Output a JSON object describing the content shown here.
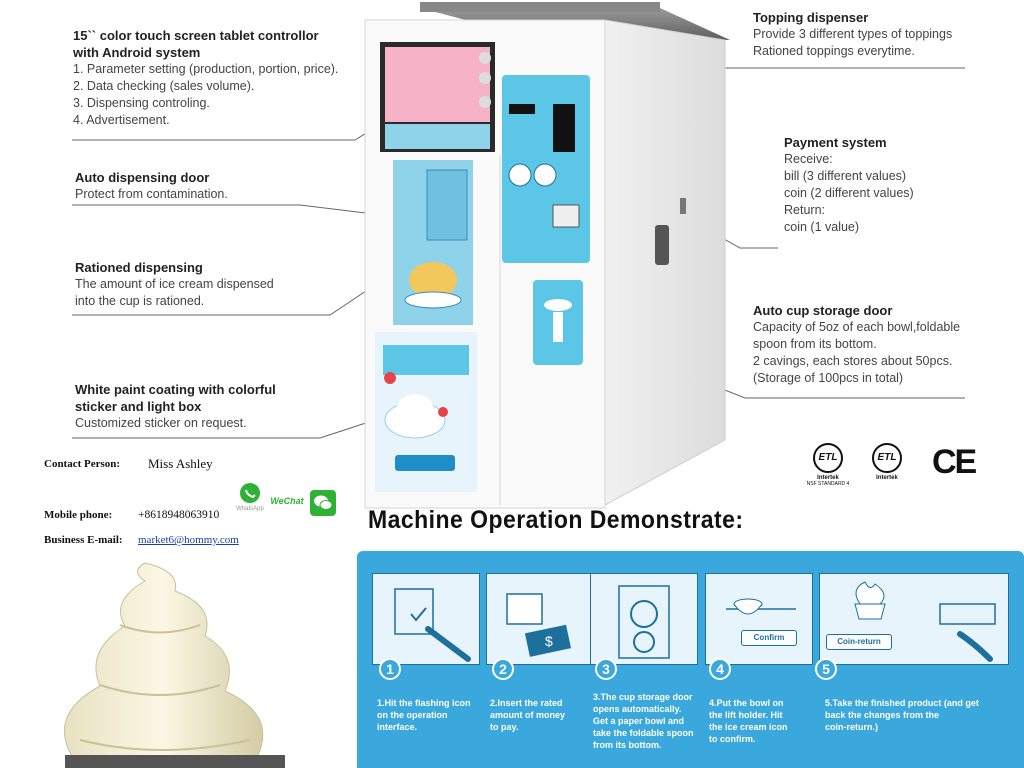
{
  "callouts": {
    "screen": {
      "title_lines": [
        "15`` color touch screen tablet controllor",
        "with Android system"
      ],
      "lines": [
        "1. Parameter setting (production, portion, price).",
        "2. Data checking (sales volume).",
        "3. Dispensing controling.",
        "4. Advertisement."
      ]
    },
    "door": {
      "title": "Auto dispensing door",
      "lines": [
        "Protect from contamination."
      ]
    },
    "rationed": {
      "title": "Rationed dispensing",
      "lines": [
        "The amount of ice cream dispensed",
        "into the cup is rationed."
      ]
    },
    "coating": {
      "title_lines": [
        "White paint coating with colorful",
        "sticker and light box"
      ],
      "lines": [
        "Customized sticker on request."
      ]
    },
    "topping": {
      "title": "Topping dispenser",
      "lines": [
        "Provide 3 different types of toppings",
        "Rationed toppings everytime."
      ]
    },
    "payment": {
      "title": "Payment system",
      "lines": [
        "Receive:",
        "bill (3 different values)",
        "coin (2 different values)",
        "Return:",
        "coin (1 value)"
      ]
    },
    "cup": {
      "title": "Auto cup storage door",
      "lines": [
        "Capacity of 5oz of each bowl,foldable",
        "spoon from its bottom.",
        "2 cavings, each stores about 50pcs.",
        "(Storage of 100pcs in total)"
      ]
    }
  },
  "contact": {
    "person_label": "Contact Person:",
    "person_value": "Miss Ashley",
    "phone_label": "Mobile phone:",
    "phone_value": "+8618948063910",
    "email_label": "Business E-mail:",
    "email_value": "market6@hommy.com",
    "apps": [
      "WhatsApp",
      "WeChat"
    ]
  },
  "certs": {
    "etl1": {
      "ring": "ETL",
      "brand": "Intertek",
      "sub": "NSF STANDARD 4"
    },
    "etl2": {
      "ring": "ETL",
      "brand": "Intertek"
    },
    "ce": "CE"
  },
  "demo": {
    "title": "Machine Operation Demonstrate:",
    "steps": [
      {
        "num": "1",
        "text": [
          "1.Hit the flashing icon",
          "on the operation",
          "interface."
        ]
      },
      {
        "num": "2",
        "text": [
          "2.Insert the rated",
          "amount of money",
          "to pay."
        ]
      },
      {
        "num": "3",
        "text": [
          "3.The cup storage door",
          "opens automatically.",
          "Get a paper bowl and",
          "take the foldable spoon",
          "from its bottom."
        ]
      },
      {
        "num": "4",
        "text": [
          "4.Put the bowl on",
          "the lift holder. Hit",
          "the ice cream icon",
          "to confirm."
        ],
        "button": "Confirm"
      },
      {
        "num": "5",
        "text": [
          "5.Take the finished product (and get",
          "back the changes from the",
          "coin-return.)"
        ],
        "button": "Coin-return"
      }
    ]
  },
  "colors": {
    "panel": "#3aa8dc",
    "machine_accent": "#5cc6e6"
  },
  "icons": [
    "whatsapp-icon",
    "wechat-icon",
    "ice-cream-image",
    "vending-machine-image"
  ]
}
